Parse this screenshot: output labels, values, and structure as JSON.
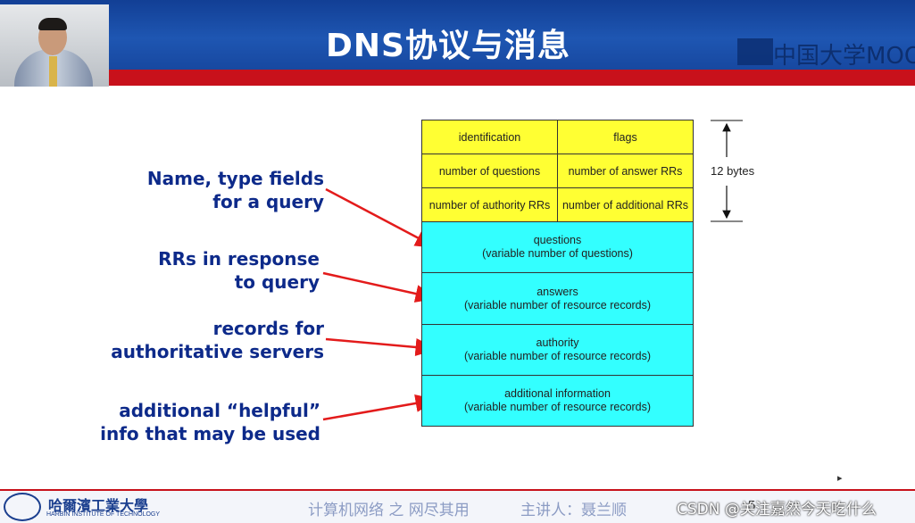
{
  "slide": {
    "title": "DNS协议与消息",
    "brand": "中国大学MOOC",
    "labels": [
      "Name, type fields\nfor a query",
      "RRs in response\nto query",
      "records for\nauthoritative servers",
      "additional “helpful”\ninfo that may be used"
    ],
    "header_rows": [
      [
        "identification",
        "flags"
      ],
      [
        "number of questions",
        "number of answer RRs"
      ],
      [
        "number of authority RRs",
        "number of additional RRs"
      ]
    ],
    "sections": [
      {
        "name": "questions",
        "desc": "(variable number of questions)"
      },
      {
        "name": "answers",
        "desc": "(variable number of resource records)"
      },
      {
        "name": "authority",
        "desc": "(variable number of resource  records)"
      },
      {
        "name": "additional information",
        "desc": "(variable number of resource records)"
      }
    ],
    "bytes_label": "12 bytes",
    "page_number": "5"
  },
  "footer": {
    "university_cn": "哈爾濱工業大學",
    "university_en": "HARBIN INSTITUTE OF TECHNOLOGY",
    "course": "计算机网络 之 网尽其用",
    "lecturer": "主讲人：聂兰顺"
  },
  "watermark": "CSDN @关注嘉然今天吃什么",
  "colors": {
    "header_blue": "#123f95",
    "accent_red": "#c8111b",
    "label_blue": "#0d2a8a",
    "field_yellow": "#ffff33",
    "section_cyan": "#33ffff"
  },
  "icons": [
    "video-thumbnail",
    "mooc-logo-icon",
    "university-seal-icon",
    "cursor-icon"
  ]
}
